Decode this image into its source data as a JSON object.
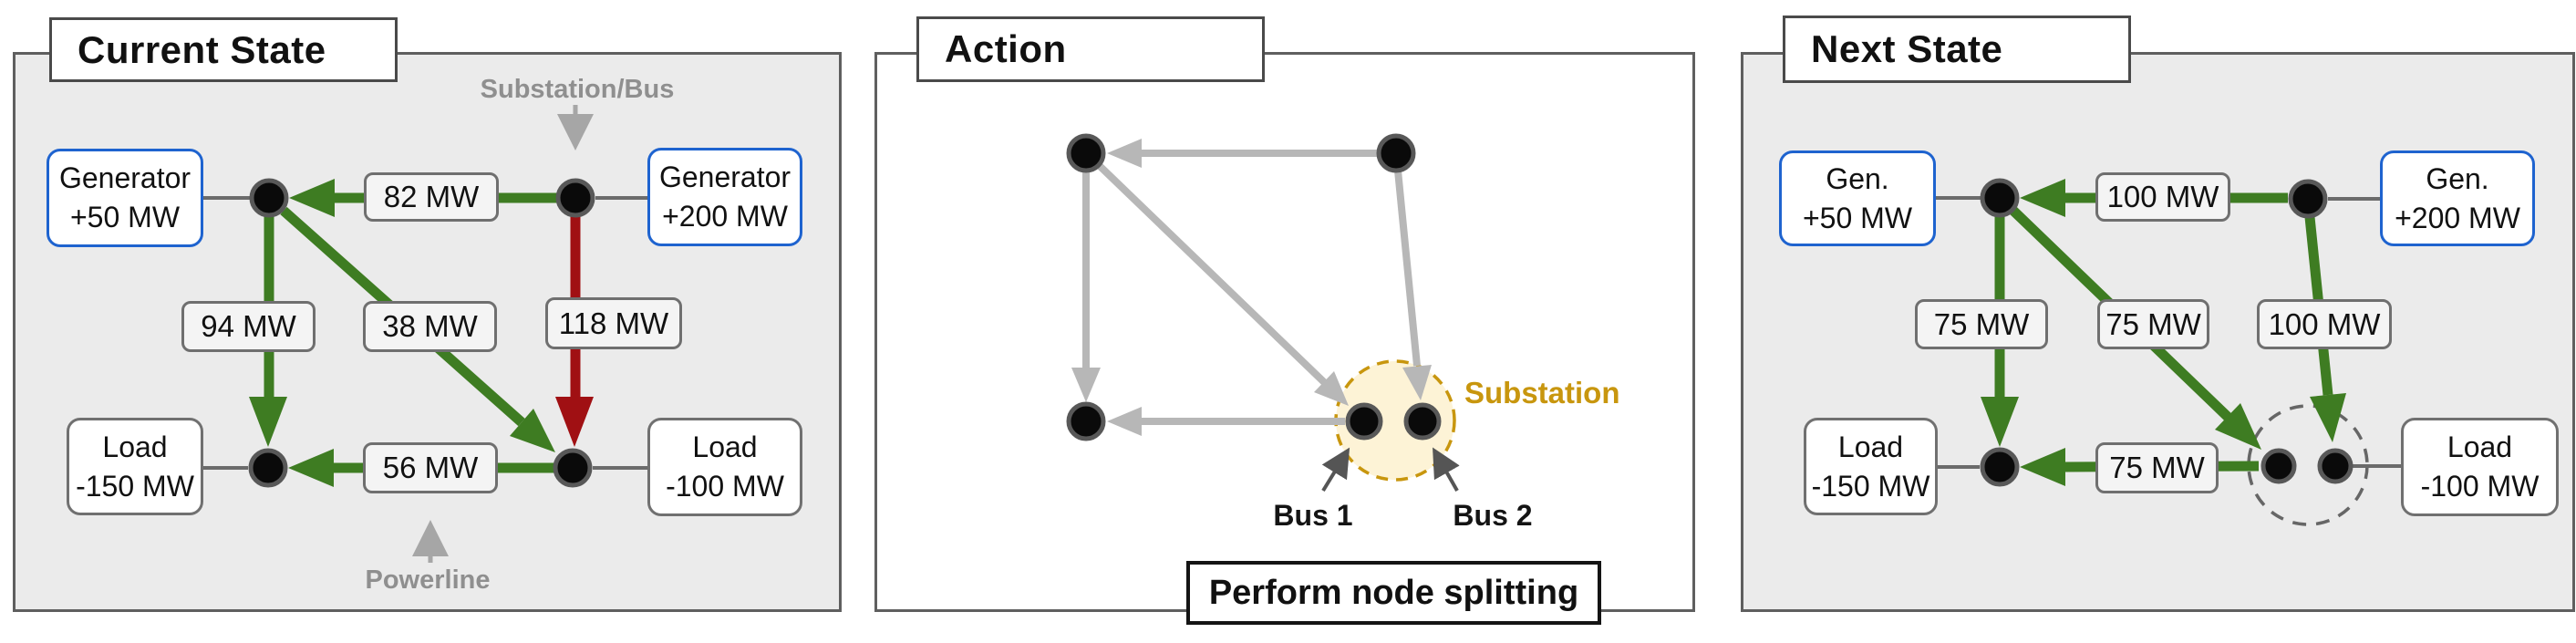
{
  "colors": {
    "flow_ok": "#3e7c22",
    "flow_overload": "#a01013",
    "generator_border": "#1e63cf",
    "inactive_flow": "#b7b7b7",
    "substation_gold": "#c8960e"
  },
  "panels": {
    "current_state": {
      "title": "Current State",
      "annotation_substation": "Substation/Bus",
      "annotation_powerline": "Powerline",
      "generators": [
        {
          "label": "Generator",
          "value": "+50 MW"
        },
        {
          "label": "Generator",
          "value": "+200 MW"
        }
      ],
      "loads": [
        {
          "label": "Load",
          "value": "-150 MW"
        },
        {
          "label": "Load",
          "value": "-100 MW"
        }
      ],
      "flows": {
        "top": "82 MW",
        "left": "94 MW",
        "diagonal": "38 MW",
        "right": "118 MW",
        "bottom": "56 MW"
      }
    },
    "action": {
      "title": "Action",
      "substation_label": "Substation",
      "bus1_label": "Bus 1",
      "bus2_label": "Bus 2",
      "command": "Perform node splitting"
    },
    "next_state": {
      "title": "Next State",
      "generators": [
        {
          "label": "Gen.",
          "value": "+50 MW"
        },
        {
          "label": "Gen.",
          "value": "+200 MW"
        }
      ],
      "loads": [
        {
          "label": "Load",
          "value": "-150 MW"
        },
        {
          "label": "Load",
          "value": "-100 MW"
        }
      ],
      "flows": {
        "top": "100 MW",
        "left": "75 MW",
        "diagonal": "75 MW",
        "right": "100 MW",
        "bottom": "75 MW"
      }
    }
  }
}
